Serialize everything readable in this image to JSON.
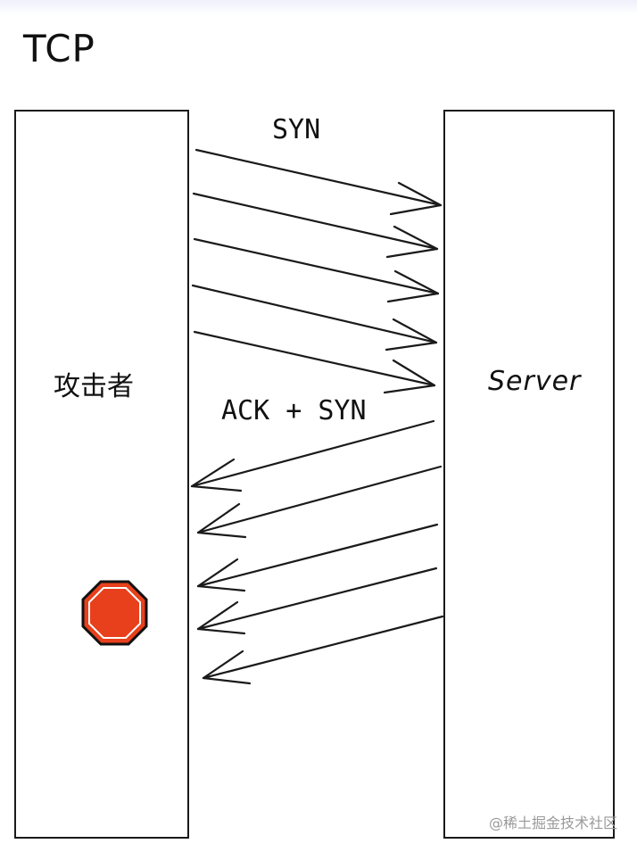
{
  "title": "TCP",
  "attacker": {
    "label": "攻击者",
    "stop_icon": "stop-sign-icon",
    "stop_color": "#e8401c"
  },
  "server": {
    "label": "Server"
  },
  "messages": {
    "syn_label": "SYN",
    "ack_syn_label": "ACK + SYN"
  },
  "watermark": "@稀土掘金技术社区",
  "colors": {
    "line": "#1a1a1a"
  }
}
